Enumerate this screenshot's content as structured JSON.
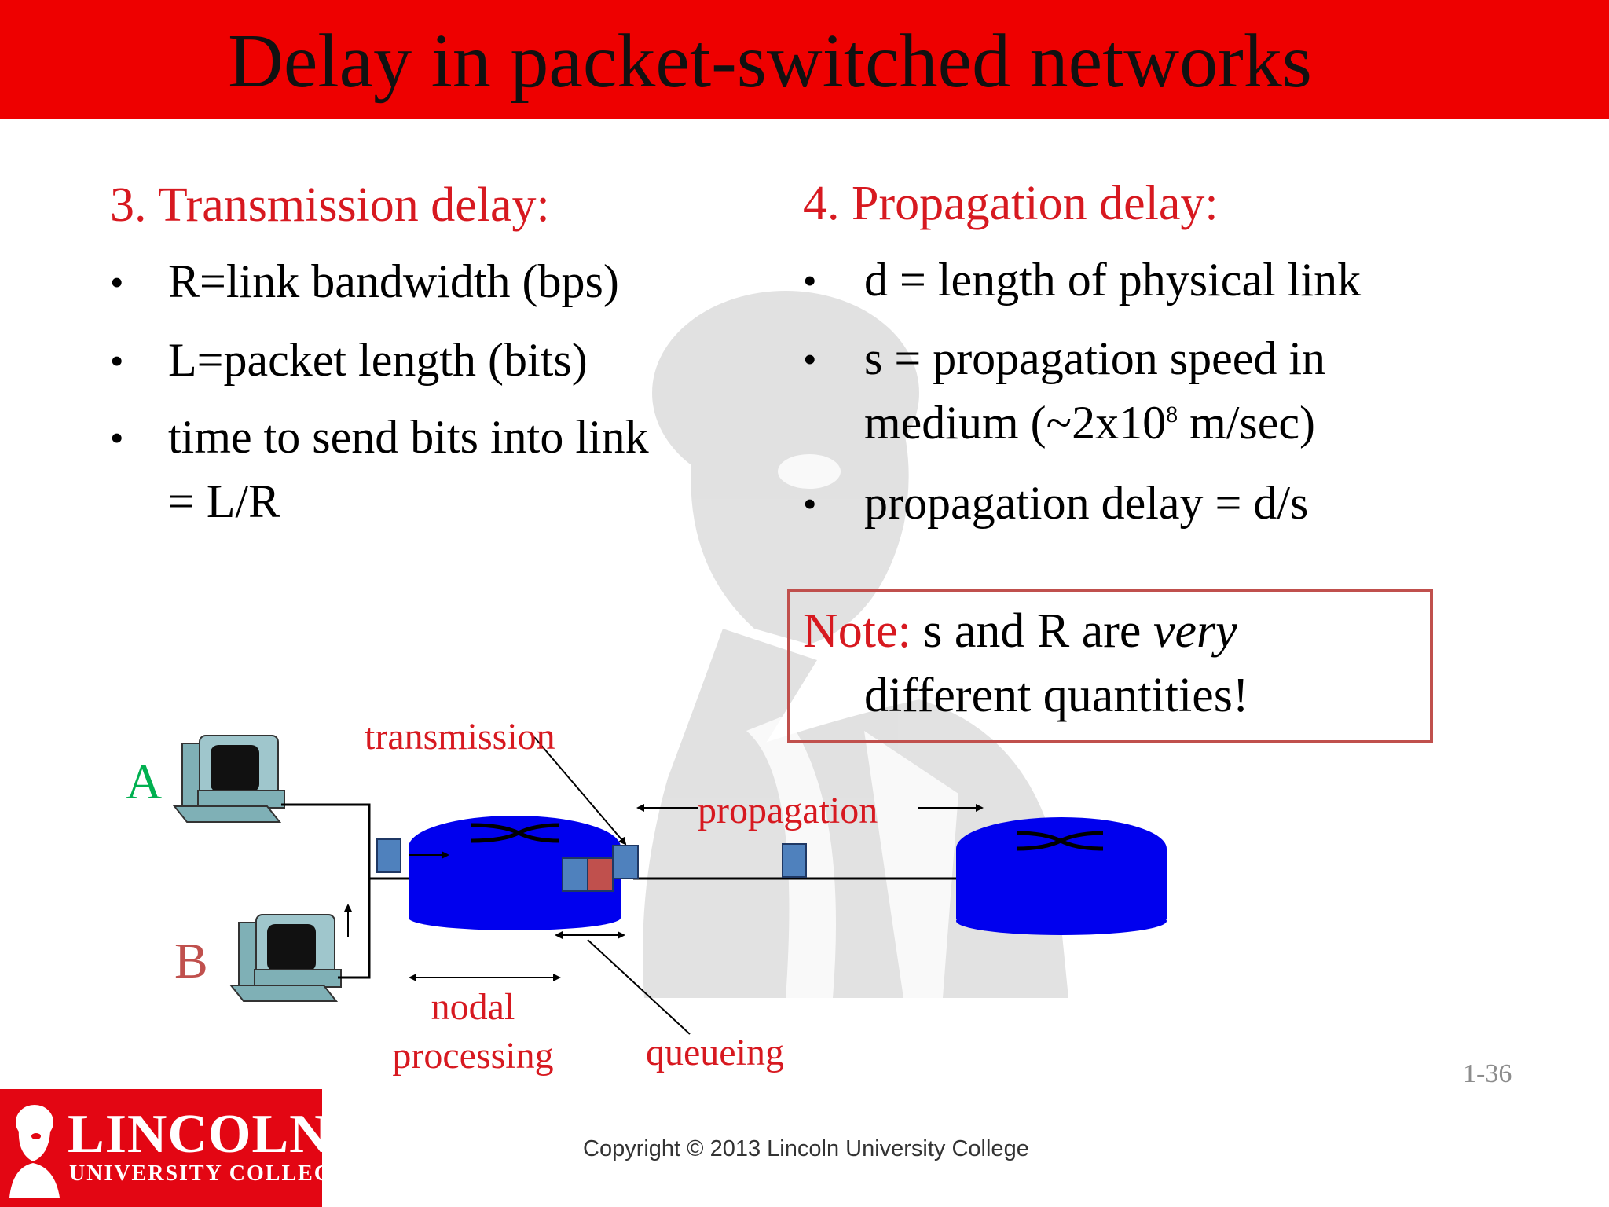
{
  "slide": {
    "title": "Delay in packet-switched networks",
    "slide_number": "1-36",
    "copyright": "Copyright © 2013 Lincoln University College"
  },
  "left_column": {
    "heading": "3. Transmission delay:",
    "bullets": [
      "R=link bandwidth (bps)",
      "L=packet length (bits)",
      "time to send bits into link"
    ],
    "continuation": "= L/R"
  },
  "right_column": {
    "heading": "4. Propagation delay:",
    "bullet1": "d = length of physical link",
    "bullet2_line1": "s = propagation speed in",
    "bullet2_line2_pre": "medium (~2x10",
    "bullet2_sup": "8",
    "bullet2_line2_post": " m/sec)",
    "bullet3": "propagation delay = d/s"
  },
  "note": {
    "label": "Note:",
    "text_pre": " s and R are ",
    "text_em": "very",
    "line2": "different quantities!"
  },
  "diagram": {
    "host_a": "A",
    "host_b": "B",
    "transmission": "transmission",
    "propagation": "propagation",
    "nodal_line1": "nodal",
    "nodal_line2": "processing",
    "queueing": "queueing"
  },
  "logo": {
    "name": "LINCOLN",
    "subtitle": "UNIVERSITY COLLEGE"
  },
  "colors": {
    "title_bar": "#ee0000",
    "heading_red": "#d71920",
    "router_blue": "#0000ee",
    "packet_blue": "#4f81bd",
    "packet_red": "#c0504d",
    "host_a_green": "#00b050",
    "host_b_red": "#c0504d"
  }
}
